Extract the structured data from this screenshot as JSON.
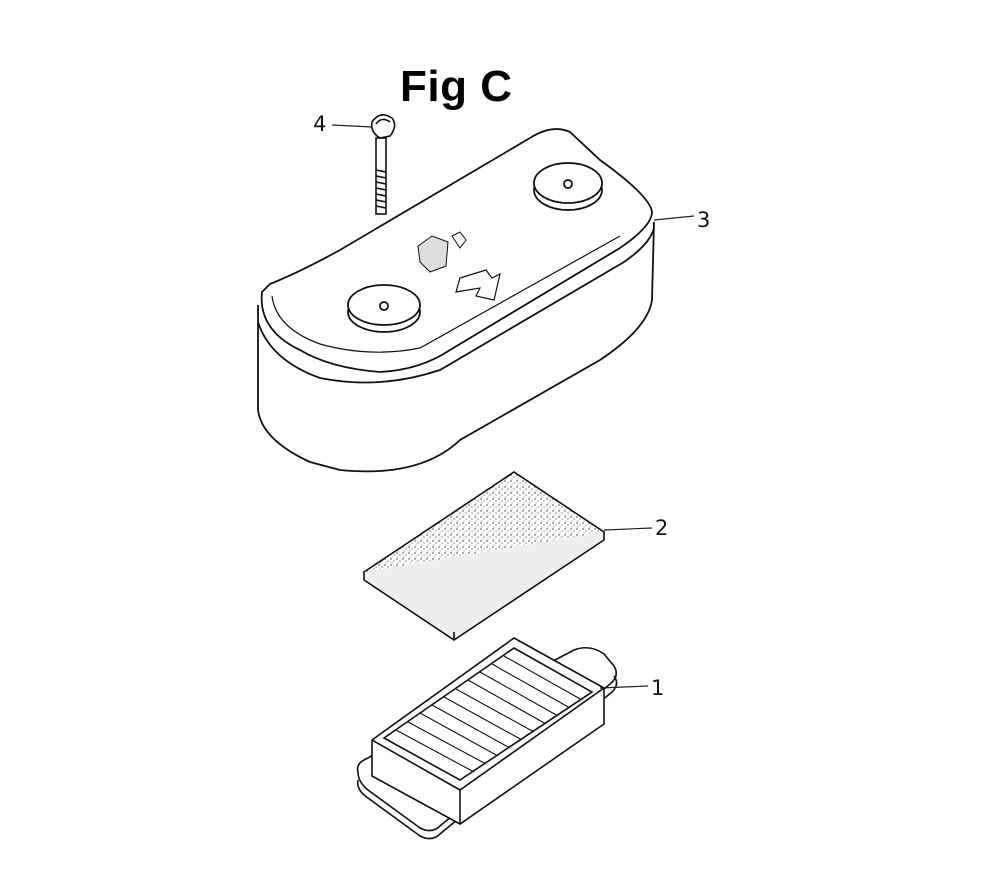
{
  "figure": {
    "title": "Fig C",
    "callouts": [
      {
        "number": "1",
        "part": "paper-filter-element"
      },
      {
        "number": "2",
        "part": "foam-pre-filter"
      },
      {
        "number": "3",
        "part": "air-cleaner-cover"
      },
      {
        "number": "4",
        "part": "wing-bolt"
      }
    ]
  }
}
